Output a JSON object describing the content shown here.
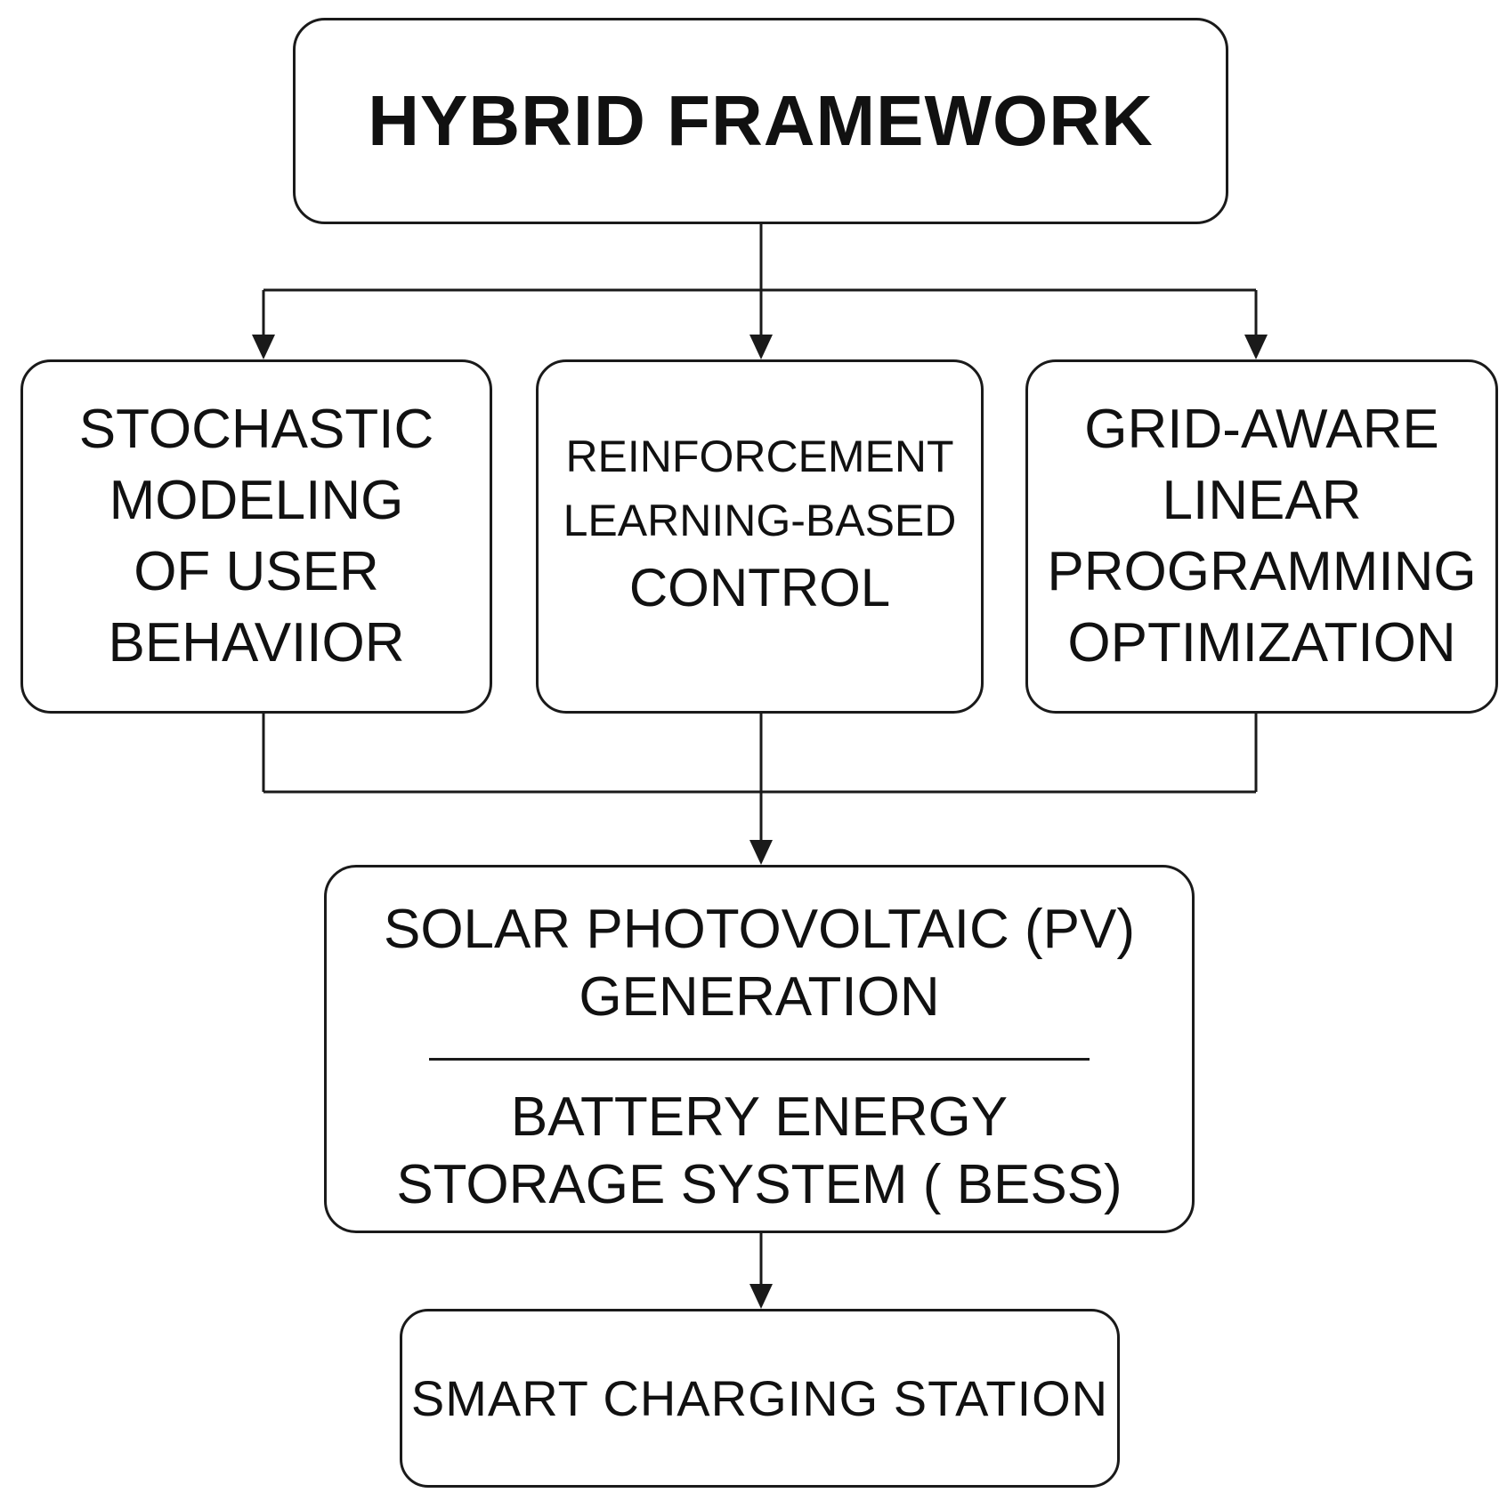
{
  "title": "HYBRID FRAMEWORK",
  "components": {
    "stochastic": [
      "STOCHASTIC",
      "MODELING",
      "OF USER",
      "BEHAVIIOR"
    ],
    "reinforcement": [
      "REINFORCEMENT",
      "LEARNING-BASED",
      "CONTROL"
    ],
    "grid_aware": [
      "GRID-AWARE",
      "LINEAR",
      "PROGRAMMING",
      "OPTIMIZATION"
    ]
  },
  "energy": {
    "pv": [
      "SOLAR PHOTOVOLTAIC (PV)",
      "GENERATION"
    ],
    "bess": [
      "BATTERY ENERGY",
      "STORAGE SYSTEM ( BESS)"
    ]
  },
  "output": "SMART CHARGING STATION",
  "colors": {
    "stroke": "#1a1a1a",
    "background": "#ffffff",
    "text": "#111111"
  }
}
